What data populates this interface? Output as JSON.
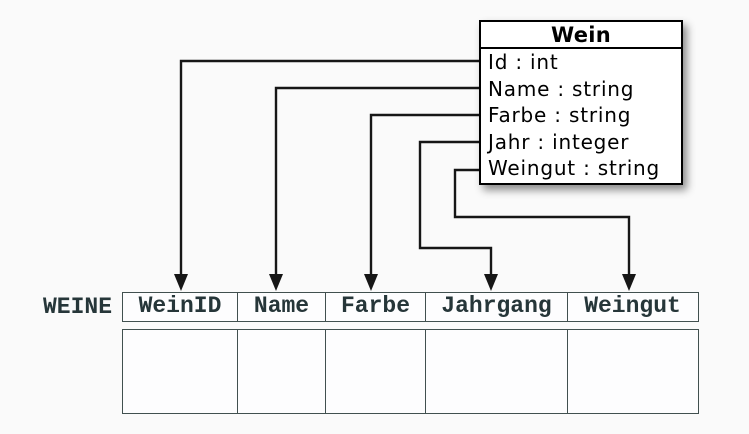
{
  "class_box": {
    "title": "Wein",
    "attributes": [
      "Id : int",
      "Name : string",
      "Farbe : string",
      "Jahr : integer",
      "Weingut : string"
    ]
  },
  "relation_table": {
    "label": "WEINE",
    "columns": [
      "WeinID",
      "Name",
      "Farbe",
      "Jahrgang",
      "Weingut"
    ],
    "empty_row_cells": 5
  },
  "mappings": [
    {
      "from": "Id",
      "to": "WeinID"
    },
    {
      "from": "Name",
      "to": "Name"
    },
    {
      "from": "Farbe",
      "to": "Farbe"
    },
    {
      "from": "Jahr",
      "to": "Jahrgang"
    },
    {
      "from": "Weingut",
      "to": "Weingut"
    }
  ],
  "colors": {
    "background": "#fafafa",
    "arrow": "#161616",
    "box_border": "#000000",
    "table_border": "#41504f",
    "table_text": "#263639"
  }
}
